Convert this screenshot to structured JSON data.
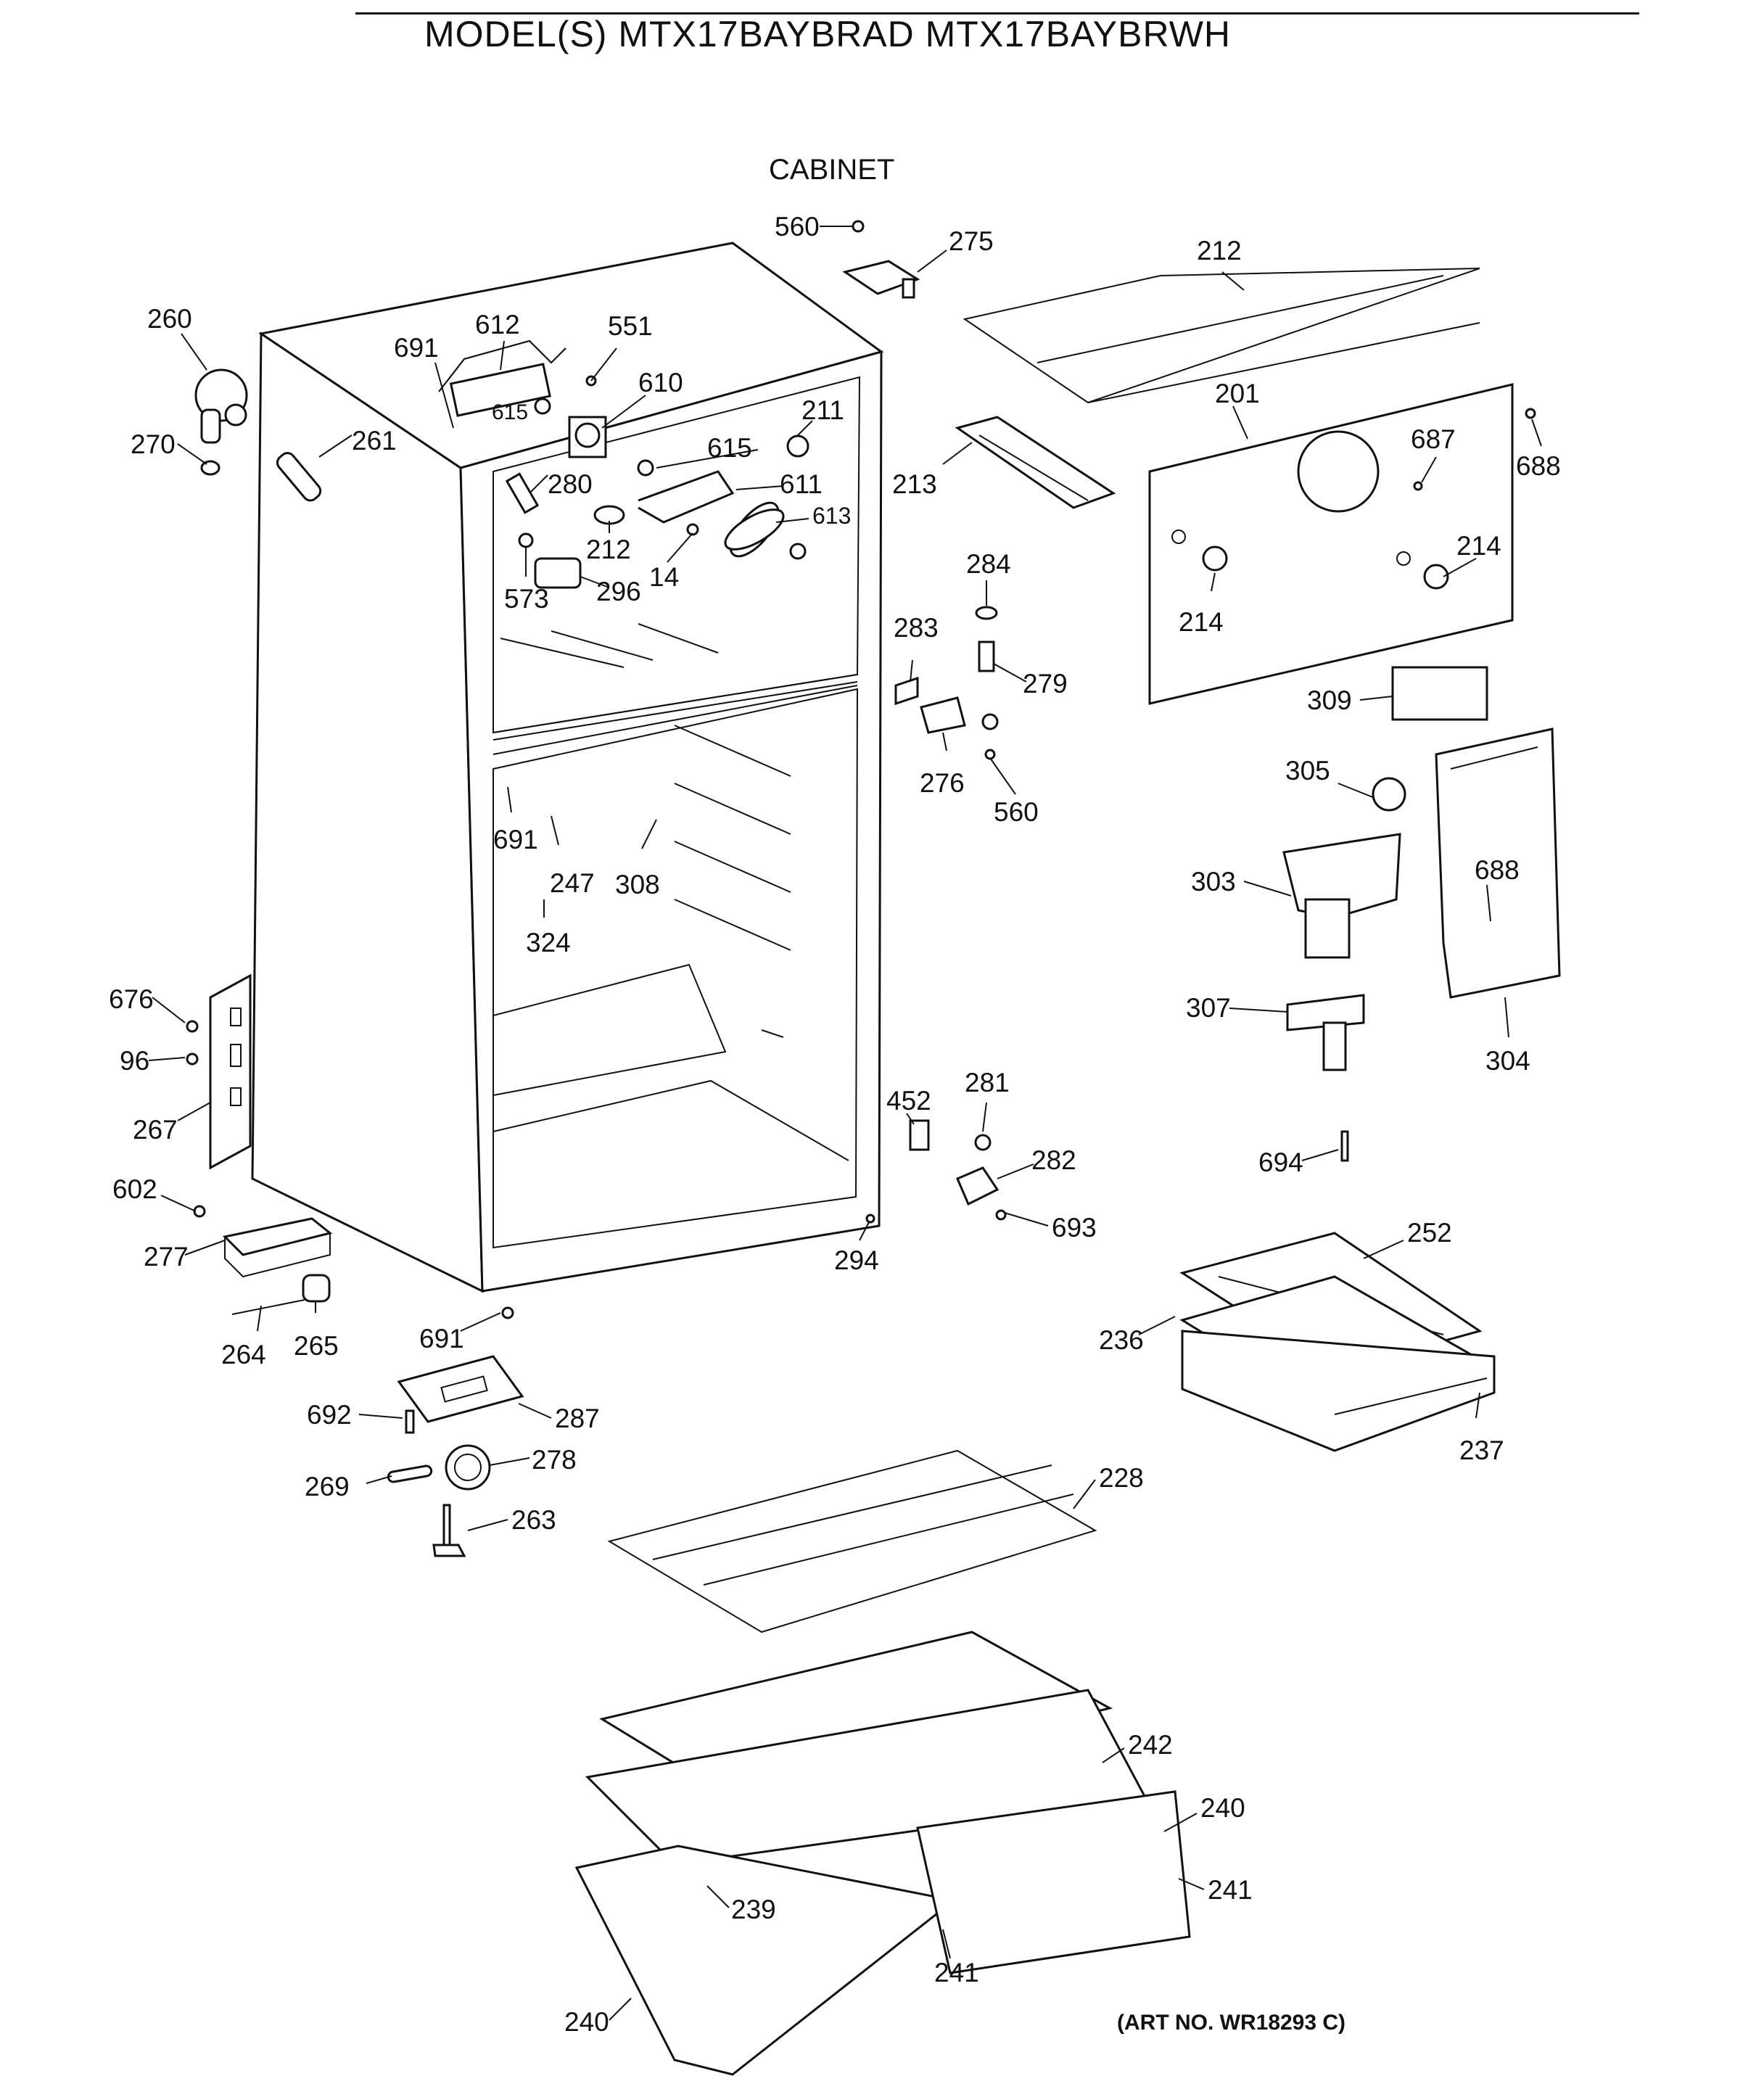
{
  "header": {
    "title": "MODEL(S) MTX17BAYBRAD  MTX17BAYBRWH",
    "section": "CABINET",
    "art_number": "(ART NO. WR18293 C)"
  },
  "callouts": [
    {
      "id": "c560a",
      "label": "560"
    },
    {
      "id": "c275",
      "label": "275"
    },
    {
      "id": "c212a",
      "label": "212"
    },
    {
      "id": "c260",
      "label": "260"
    },
    {
      "id": "c612",
      "label": "612"
    },
    {
      "id": "c551",
      "label": "551"
    },
    {
      "id": "c691a",
      "label": "691"
    },
    {
      "id": "c610",
      "label": "610"
    },
    {
      "id": "c615a",
      "label": "615"
    },
    {
      "id": "c261",
      "label": "261"
    },
    {
      "id": "c270",
      "label": "270"
    },
    {
      "id": "c211",
      "label": "211"
    },
    {
      "id": "c615b",
      "label": "615"
    },
    {
      "id": "c611",
      "label": "611"
    },
    {
      "id": "c280",
      "label": "280"
    },
    {
      "id": "c613",
      "label": "613"
    },
    {
      "id": "c212b",
      "label": "212"
    },
    {
      "id": "c14",
      "label": "14"
    },
    {
      "id": "c573",
      "label": "573"
    },
    {
      "id": "c296",
      "label": "296"
    },
    {
      "id": "c213",
      "label": "213"
    },
    {
      "id": "c201",
      "label": "201"
    },
    {
      "id": "c687",
      "label": "687"
    },
    {
      "id": "c688a",
      "label": "688"
    },
    {
      "id": "c284",
      "label": "284"
    },
    {
      "id": "c214a",
      "label": "214"
    },
    {
      "id": "c214b",
      "label": "214"
    },
    {
      "id": "c283",
      "label": "283"
    },
    {
      "id": "c279",
      "label": "279"
    },
    {
      "id": "c309",
      "label": "309"
    },
    {
      "id": "c276",
      "label": "276"
    },
    {
      "id": "c560b",
      "label": "560"
    },
    {
      "id": "c305",
      "label": "305"
    },
    {
      "id": "c691b",
      "label": "691"
    },
    {
      "id": "c247",
      "label": "247"
    },
    {
      "id": "c308",
      "label": "308"
    },
    {
      "id": "c303",
      "label": "303"
    },
    {
      "id": "c688b",
      "label": "688"
    },
    {
      "id": "c324",
      "label": "324"
    },
    {
      "id": "c676",
      "label": "676"
    },
    {
      "id": "c96",
      "label": "96"
    },
    {
      "id": "c307",
      "label": "307"
    },
    {
      "id": "c304",
      "label": "304"
    },
    {
      "id": "c267",
      "label": "267"
    },
    {
      "id": "c452",
      "label": "452"
    },
    {
      "id": "c281",
      "label": "281"
    },
    {
      "id": "c282",
      "label": "282"
    },
    {
      "id": "c694",
      "label": "694"
    },
    {
      "id": "c602",
      "label": "602"
    },
    {
      "id": "c693",
      "label": "693"
    },
    {
      "id": "c277",
      "label": "277"
    },
    {
      "id": "c294",
      "label": "294"
    },
    {
      "id": "c252",
      "label": "252"
    },
    {
      "id": "c264",
      "label": "264"
    },
    {
      "id": "c265",
      "label": "265"
    },
    {
      "id": "c691c",
      "label": "691"
    },
    {
      "id": "c236",
      "label": "236"
    },
    {
      "id": "c692",
      "label": "692"
    },
    {
      "id": "c287",
      "label": "287"
    },
    {
      "id": "c237",
      "label": "237"
    },
    {
      "id": "c269",
      "label": "269"
    },
    {
      "id": "c278",
      "label": "278"
    },
    {
      "id": "c228",
      "label": "228"
    },
    {
      "id": "c263",
      "label": "263"
    },
    {
      "id": "c242",
      "label": "242"
    },
    {
      "id": "c240a",
      "label": "240"
    },
    {
      "id": "c239",
      "label": "239"
    },
    {
      "id": "c241a",
      "label": "241"
    },
    {
      "id": "c241b",
      "label": "241"
    },
    {
      "id": "c240b",
      "label": "240"
    }
  ]
}
